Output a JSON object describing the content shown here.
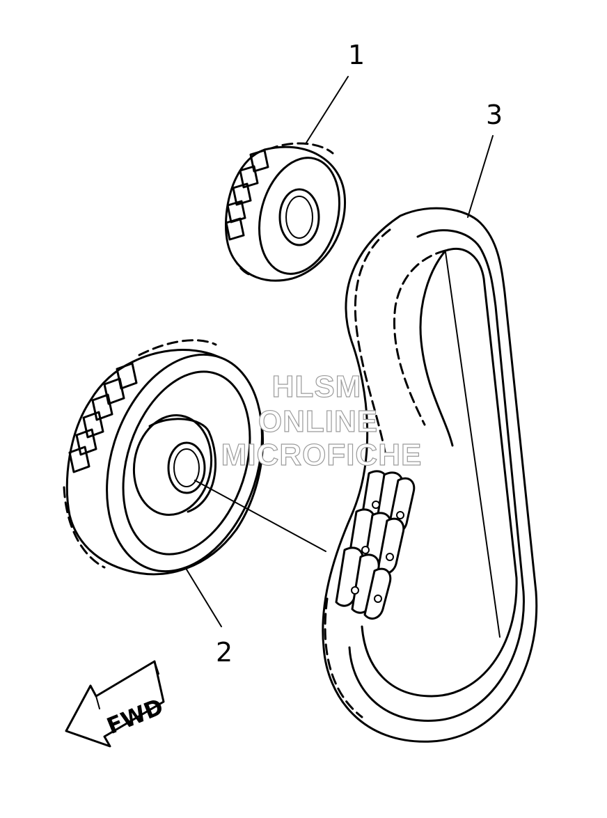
{
  "callouts": {
    "part_1": "1",
    "part_2": "2",
    "part_3": "3"
  },
  "direction_arrow": {
    "label": "FWD"
  },
  "watermark": {
    "line_1": "HLSM",
    "line_2": "ONLINE",
    "line_3": "MICROFICHE"
  },
  "colors": {
    "line": "#000000",
    "background": "#ffffff",
    "watermark_outline": "#9a9a9a"
  }
}
